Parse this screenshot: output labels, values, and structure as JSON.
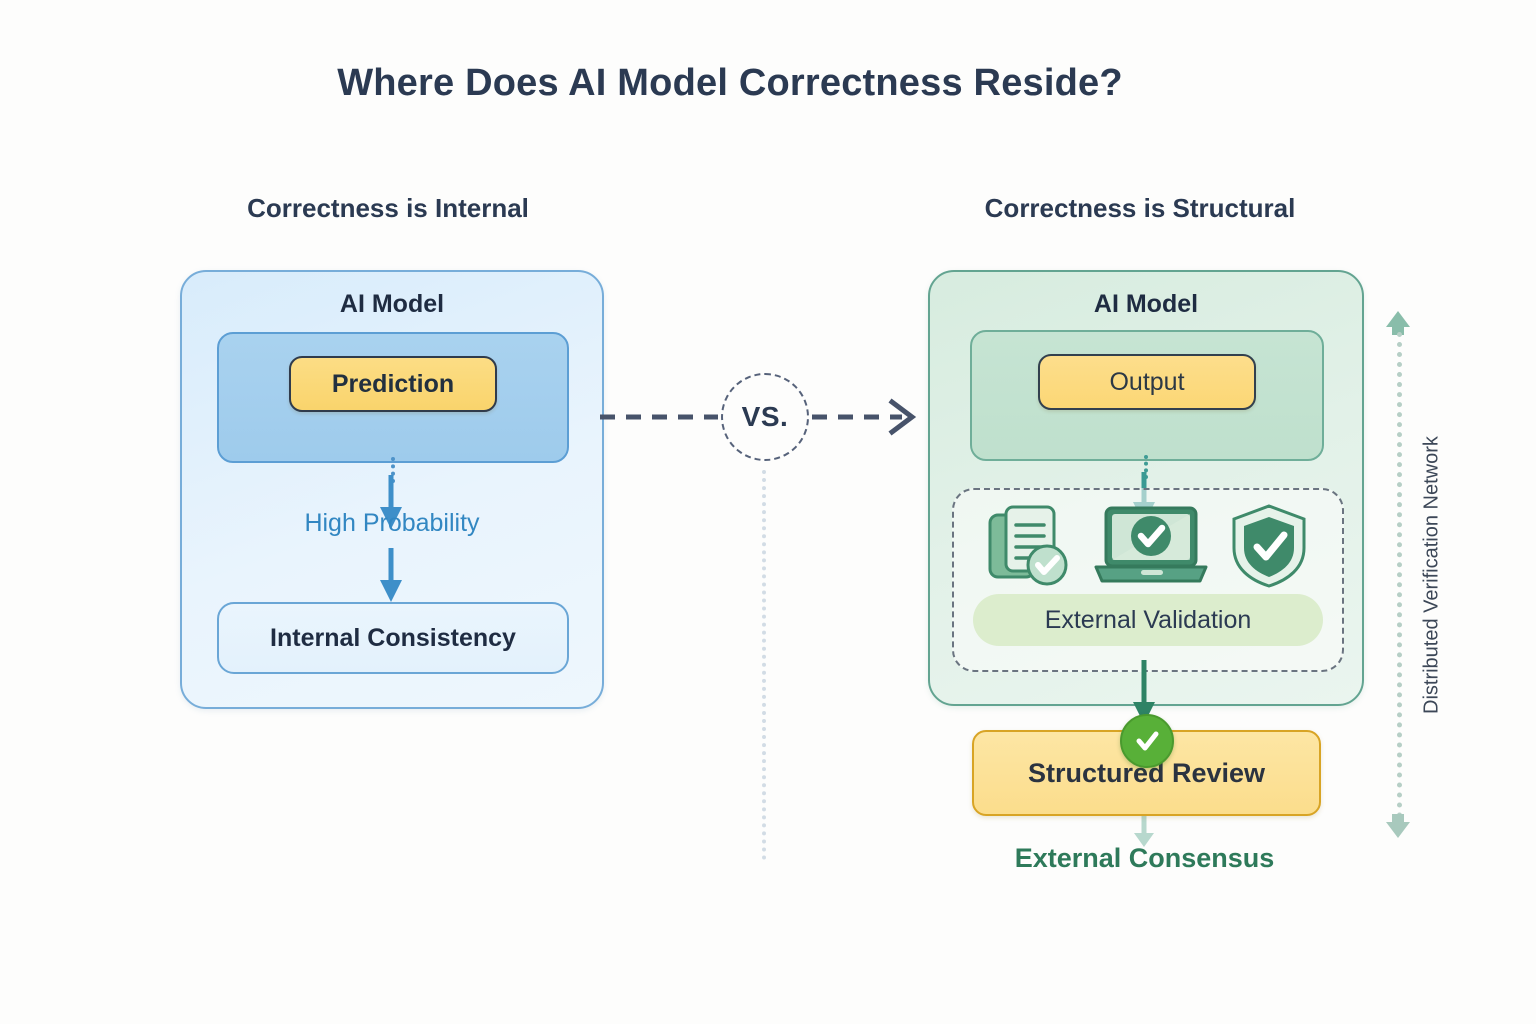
{
  "title": "Where Does AI Model Correctness Reside?",
  "left": {
    "heading": "Correctness is Internal",
    "model_label": "AI Model",
    "prediction_label": "Prediction",
    "flow_label": "High Probability",
    "outcome_label": "Internal Consistency"
  },
  "center": {
    "vs_label": "VS."
  },
  "right": {
    "heading": "Correctness is Structural",
    "model_label": "AI Model",
    "output_label": "Output",
    "validation_label": "External Validation",
    "review_label": "Structured Review",
    "consensus_label": "External Consensus",
    "icons": [
      {
        "name": "document-check-icon",
        "alt": "document-with-check"
      },
      {
        "name": "laptop-check-icon",
        "alt": "laptop-with-check"
      },
      {
        "name": "shield-check-icon",
        "alt": "shield-with-check"
      }
    ]
  },
  "side": {
    "axis_label": "Distributed Verification Network"
  },
  "colors": {
    "background": "#fdfdfc",
    "title_text": "#2b3a52",
    "left_panel_fill": "#e3f0fb",
    "left_panel_border": "#77add9",
    "left_inner_fill": "#a9d2ef",
    "left_accent": "#3287c2",
    "right_panel_fill": "#e2f1e8",
    "right_panel_border": "#63a491",
    "right_inner_fill": "#c6e4d3",
    "right_accent": "#2e7a5a",
    "chip_yellow": "#fbd97a",
    "chip_yellow_border": "#d8a425",
    "validation_pill": "#dcedcd",
    "check_badge_green": "#58b038",
    "icon_green_dark": "#3f8a6a",
    "icon_green_light": "#cfe6d6",
    "side_dotted": "#b6cfc6"
  }
}
